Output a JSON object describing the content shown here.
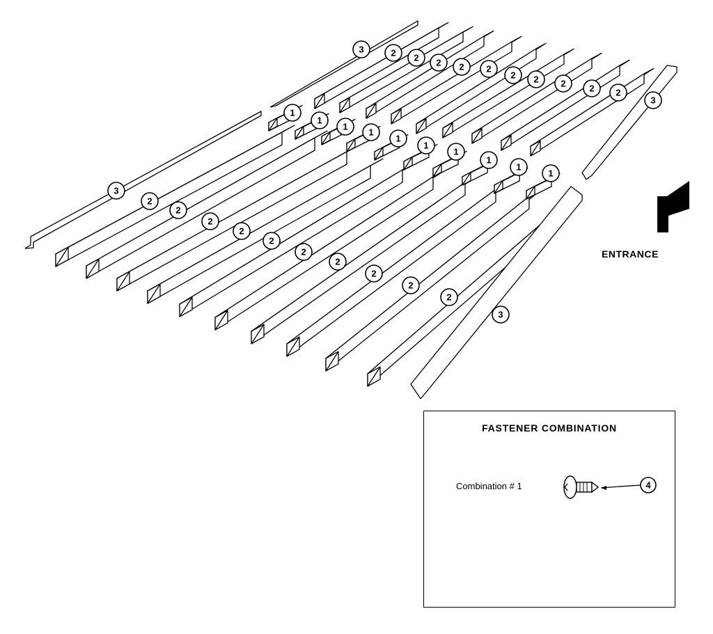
{
  "diagram": {
    "entrance_label": "ENTRANCE",
    "callouts": {
      "n1": "1",
      "n2": "2",
      "n3": "3",
      "n4": "4"
    }
  },
  "fastener_panel": {
    "title": "FASTENER COMBINATION",
    "combination_label": "Combination # 1",
    "part_number": "4"
  }
}
